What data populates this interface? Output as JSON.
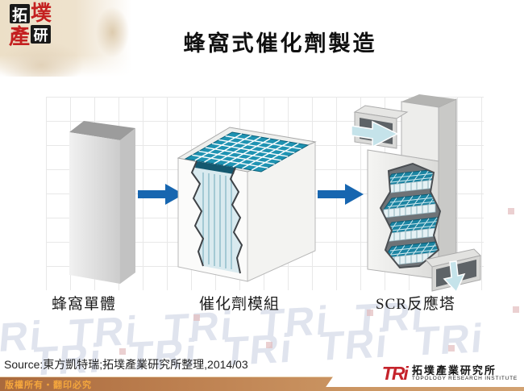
{
  "slide": {
    "title": "蜂窩式催化劑製造"
  },
  "brand_seal": {
    "top_left": "拓",
    "top_right": "墣",
    "bottom_left": "產",
    "bottom_right": "研"
  },
  "diagram": {
    "steps": [
      {
        "label": "蜂窩單體"
      },
      {
        "label": "催化劑模組"
      },
      {
        "label": "SCR反應塔"
      }
    ]
  },
  "watermark": {
    "unit": "TRi"
  },
  "source_line": "Source:東方凱特瑞;拓墣產業研究所整理,2014/03",
  "footer": {
    "copyright": "版權所有‧翻印必究",
    "logo_abbr": "TRi",
    "logo_zh": "拓墣產業研究所",
    "logo_en": "TOPOLOGY RESEARCH INSTITUTE"
  },
  "colors": {
    "arrow_blue": "#1766b0",
    "honeycomb_teal": "#1f93b2",
    "logo_red": "#c5232b",
    "footer_bar": "#c08a58",
    "copyright_text": "#f4a63d"
  }
}
